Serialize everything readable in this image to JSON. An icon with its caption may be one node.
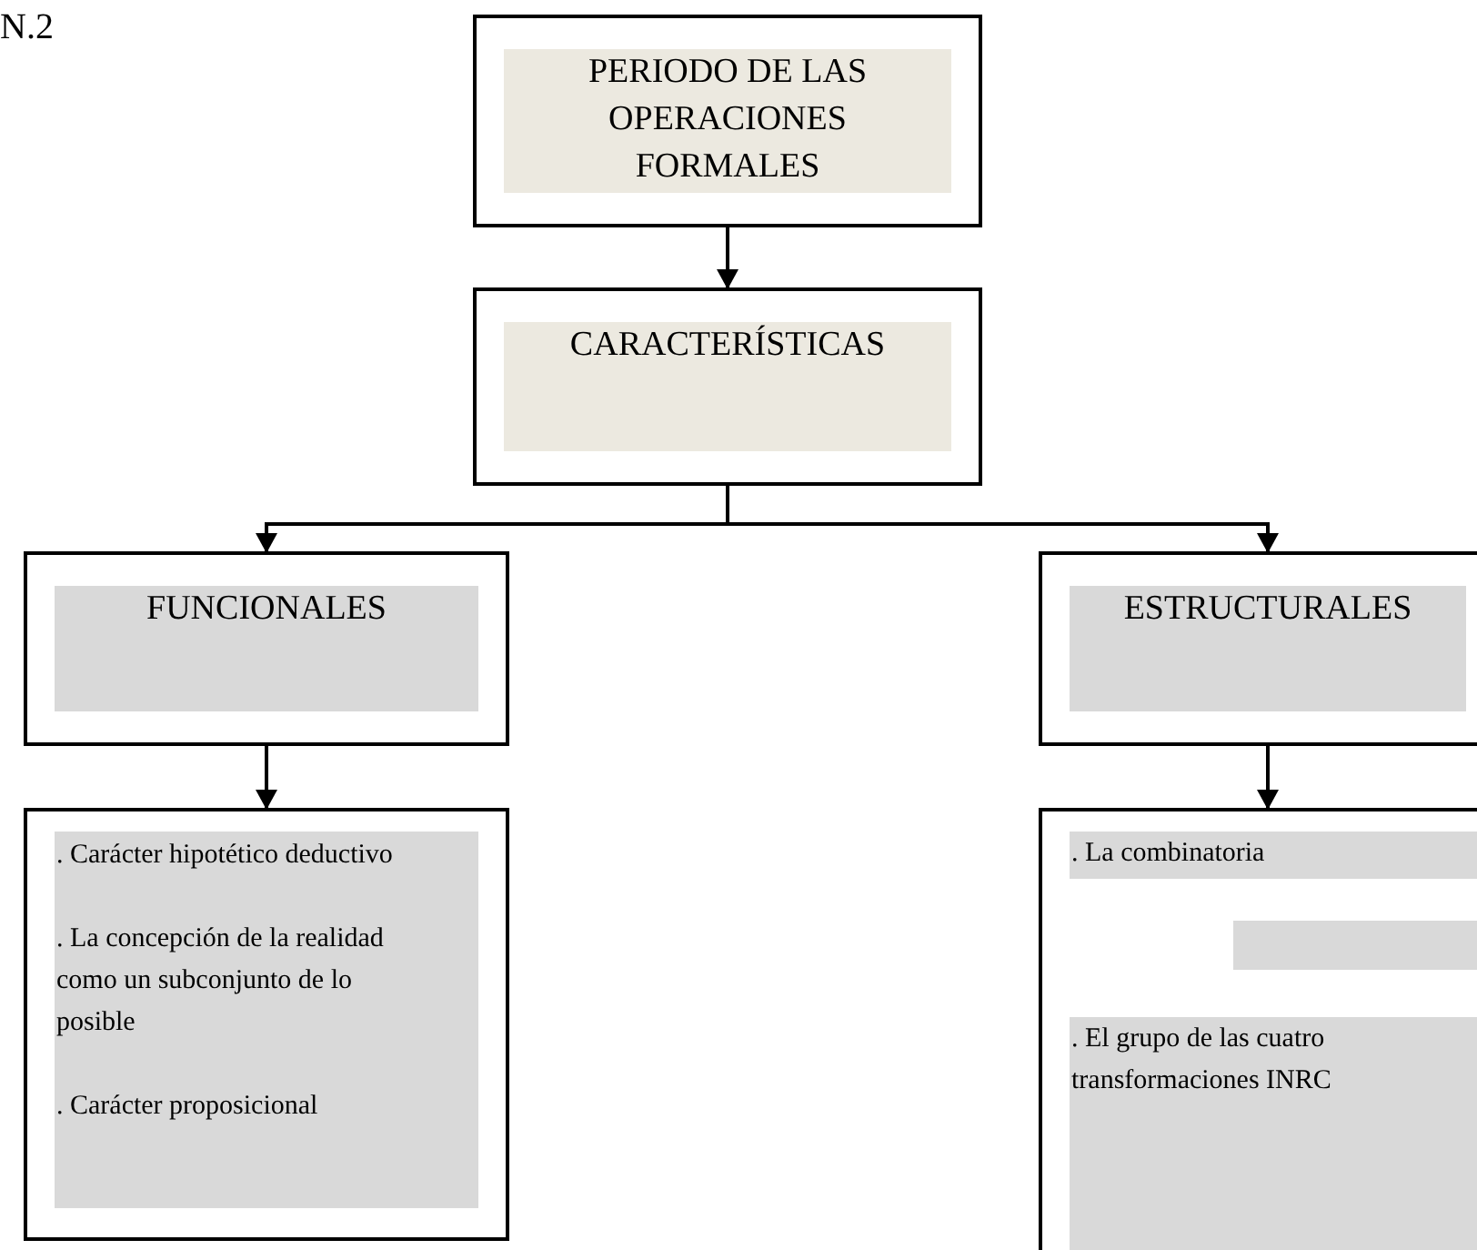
{
  "diagram": {
    "nodes": [
      {
        "text": [
          "PERIODO DE LAS OPERACIONES FORMALES"
        ]
      },
      {
        "text": [
          "CARACTERÍSTICAS"
        ]
      },
      {
        "text": [
          "FUNCIONALES"
        ]
      },
      {
        "text": [
          "ESTRUCTURALES"
        ]
      },
      {
        "text": [
          ". Carácter hipotético deductivo",
          ". La concepción de la realidad como un subconjunto de lo posible",
          ". Carácter proposicional"
        ]
      },
      {
        "text": [
          ". La combinatoria",
          ". El grupo de las cuatro transformaciones  INRC"
        ]
      },
      {
        "text": [],
        "shape": "bar",
        "in": 5
      }
    ],
    "edges": [
      {
        "from": 0,
        "to": 1,
        "arrow": "to"
      },
      {
        "from": 1,
        "to": 2,
        "arrow": "to"
      },
      {
        "from": 1,
        "to": 3,
        "arrow": "to"
      },
      {
        "from": 2,
        "to": 4,
        "arrow": "to"
      },
      {
        "from": 3,
        "to": 5,
        "arrow": "to"
      }
    ],
    "labels": [
      "N.2"
    ]
  }
}
